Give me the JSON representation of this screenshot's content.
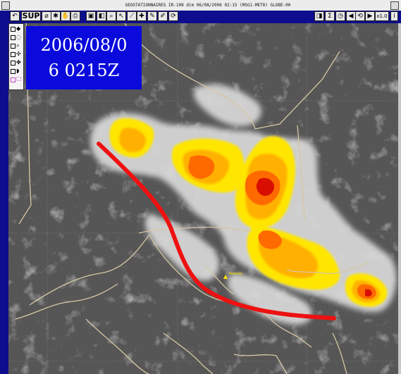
{
  "window": {
    "title": "GEOSTATIONNAIRES IR-108 dim 06/08/2006 02:15 (MSG1-MET8) GLOBE-00"
  },
  "toolbar": {
    "sup_label": "SUP",
    "zoom_label": "x1.0"
  },
  "map": {
    "timestamp_line1": "2006/08/0",
    "timestamp_line2": "6 0215Z",
    "city_label": "Niamey",
    "track_color": "#ee1111",
    "cloud_colors": [
      "#ffffff",
      "#ffe600",
      "#ffb000",
      "#ff7a00",
      "#e02000",
      "#b00000"
    ]
  }
}
